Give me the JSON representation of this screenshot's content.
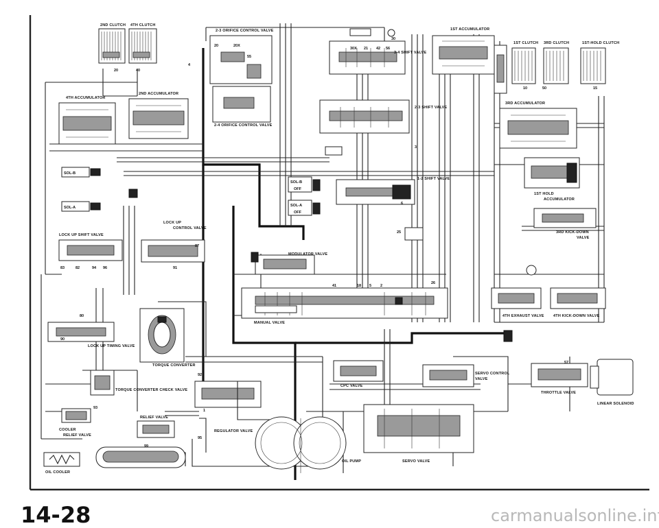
{
  "page_number": "14-28",
  "watermark": "carmanualsonline.info",
  "components": {
    "clutch_2nd": "2ND CLUTCH",
    "clutch_4th": "4TH CLUTCH",
    "orifice_23": "2-3 ORIFICE CONTROL VALVE",
    "shift_34": "3-4 SHIFT VALVE",
    "accum_1st": "1ST ACCUMULATOR",
    "clutch_1st": "1ST CLUTCH",
    "clutch_3rd": "3RD CLUTCH",
    "clutch_1st_hold": "1ST-HOLD CLUTCH",
    "accum_4th": "4TH ACCUMULATOR",
    "accum_2nd": "2ND ACCUMULATOR",
    "accum_3rd": "3RD ACCUMULATOR",
    "orifice_24": "2-4 ORIFICE CONTROL VALVE",
    "shift_23": "2-3 SHIFT VALVE",
    "shift_12": "1-2 SHIFT VALVE",
    "hold_1st": "1ST HOLD",
    "hold_accum": "ACCUMULATOR",
    "kickdown_3rd_a": "3RD KICK-DOWN",
    "kickdown_3rd_b": "VALVE",
    "lockup_control_a": "LOCK UP",
    "lockup_control_b": "CONTROL VALVE",
    "lockup_shift": "LOCK UP SHIFT VALVE",
    "modulator": "MODULATOR VALVE",
    "manual": "MANUAL VALVE",
    "exhaust_4th": "4TH EXHAUST VALVE",
    "kickdown_4th": "4TH KICK-DOWN VALVE",
    "lockup_timing": "LOCK UP TIMING VALVE",
    "torque_converter": "TORQUE CONVERTER",
    "tc_check": "TORQUE CONVERTER CHECK VALVE",
    "cpc": "CPC VALVE",
    "servo_control_a": "SERVO CONTROL",
    "servo_control_b": "VALVE",
    "throttle": "THROTTLE VALVE",
    "linear_solenoid": "LINEAR SOLENOID",
    "cooler_relief_a": "COOLER",
    "cooler_relief_b": "RELIEF VALVE",
    "relief": "RELIEF VALVE",
    "regulator": "REGULATOR VALVE",
    "oil_cooler": "OIL COOLER",
    "oil_pump": "OIL PUMP",
    "servo": "SERVO VALVE"
  },
  "solenoids": {
    "sol_b_top": "SOL-B",
    "sol_a_top": "SOL-A",
    "sol_b_mid": "SOL-B",
    "sol_b_state": "OFF",
    "sol_a_mid": "SOL-A",
    "sol_a_state": "OFF"
  },
  "port_numbers": {
    "p20a": "20",
    "p40a": "40",
    "p20b": "20",
    "p20x": "20X",
    "p55a": "55",
    "p30a": "30",
    "p30x": "30X",
    "p21": "21",
    "p42": "42",
    "p56": "56",
    "p10": "10",
    "p15": "15",
    "p50": "50",
    "p4": "4",
    "p1": "1",
    "p3": "3",
    "p6": "6",
    "p25": "25",
    "p95": "95",
    "p90": "90",
    "p93": "93",
    "p92": "92",
    "p87": "87",
    "p91": "91",
    "p83": "83",
    "p80": "80",
    "p82": "82",
    "p94": "94",
    "p96": "96",
    "p57": "57",
    "p41": "41",
    "p18": "18",
    "p5": "5",
    "p2": "2",
    "p26": "26",
    "p99": "99"
  }
}
